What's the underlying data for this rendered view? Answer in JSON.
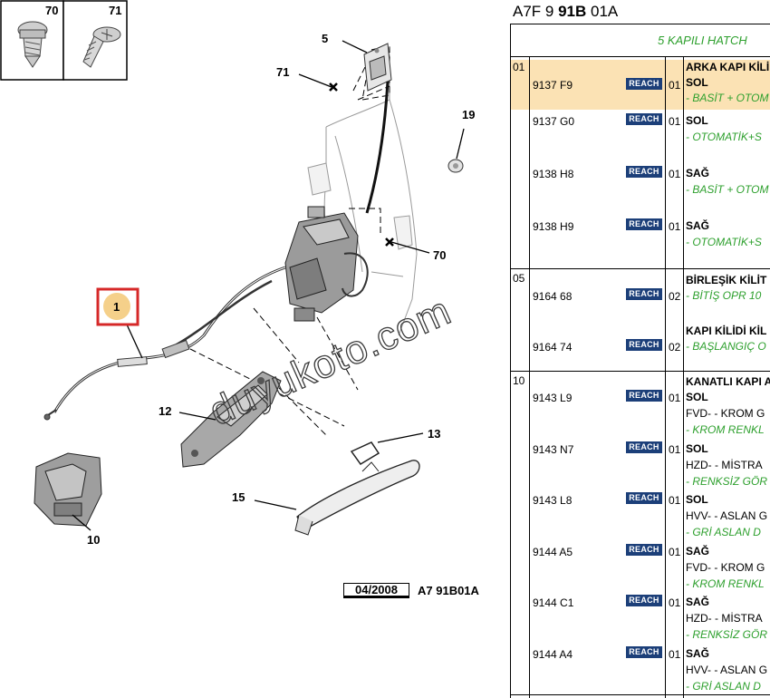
{
  "screws": {
    "label_left": "70",
    "label_right": "71"
  },
  "callouts": {
    "c1": "1",
    "c5": "5",
    "c10": "10",
    "c12": "12",
    "c13": "13",
    "c15": "15",
    "c19": "19",
    "c70": "70",
    "c71": "71"
  },
  "watermark": "duyukoto.com",
  "footer": {
    "date": "04/2008",
    "code": "A7 91B01A"
  },
  "parts_table": {
    "header_prefix": "A7F 9 ",
    "header_bold": "91B",
    "header_suffix": " 01A",
    "subheader": "5 KAPILI HATCH",
    "badge": "REACH",
    "groups": [
      "01",
      "05",
      "10"
    ],
    "rows": [
      {
        "ref": "9137 F9",
        "qty": "01",
        "title": "ARKA KAPI KİLİ",
        "l1": "SOL",
        "l2": "- BASİT + OTOM"
      },
      {
        "ref": "9137 G0",
        "qty": "01",
        "l1": "SOL",
        "l2": "- OTOMATİK+S"
      },
      {
        "ref": "9138 H8",
        "qty": "01",
        "l1": "SAĞ",
        "l2": "- BASİT + OTOM"
      },
      {
        "ref": "9138 H9",
        "qty": "01",
        "l1": "SAĞ",
        "l2": "- OTOMATİK+S"
      },
      {
        "ref": "9164 68",
        "qty": "02",
        "title": "BİRLEŞİK KİLİT",
        "l2": "- BİTİŞ OPR 10"
      },
      {
        "ref": "9164 74",
        "qty": "02",
        "title": "KAPI KİLİDİ KİL",
        "l2": "- BAŞLANGIÇ O"
      },
      {
        "ref": "9143 L9",
        "qty": "01",
        "title": "KANATLI KAPI A",
        "l1": "SOL",
        "l2": "FVD- - KROM G",
        "l3": "- KROM RENKL"
      },
      {
        "ref": "9143 N7",
        "qty": "01",
        "l1": "SOL",
        "l2": "HZD- - MİSTRA",
        "l3": "- RENKSİZ GÖR"
      },
      {
        "ref": "9143 L8",
        "qty": "01",
        "l1": "SOL",
        "l2": "HVV- - ASLAN G",
        "l3": "- GRİ ASLAN D"
      },
      {
        "ref": "9144 A5",
        "qty": "01",
        "l1": "SAĞ",
        "l2": "FVD- - KROM G",
        "l3": "- KROM RENKL"
      },
      {
        "ref": "9144 C1",
        "qty": "01",
        "l1": "SAĞ",
        "l2": "HZD- - MİSTRA",
        "l3": "- RENKSİZ GÖR"
      },
      {
        "ref": "9144 A4",
        "qty": "01",
        "l1": "SAĞ",
        "l2": "HVV- - ASLAN G",
        "l3": "- GRİ ASLAN D"
      }
    ]
  }
}
